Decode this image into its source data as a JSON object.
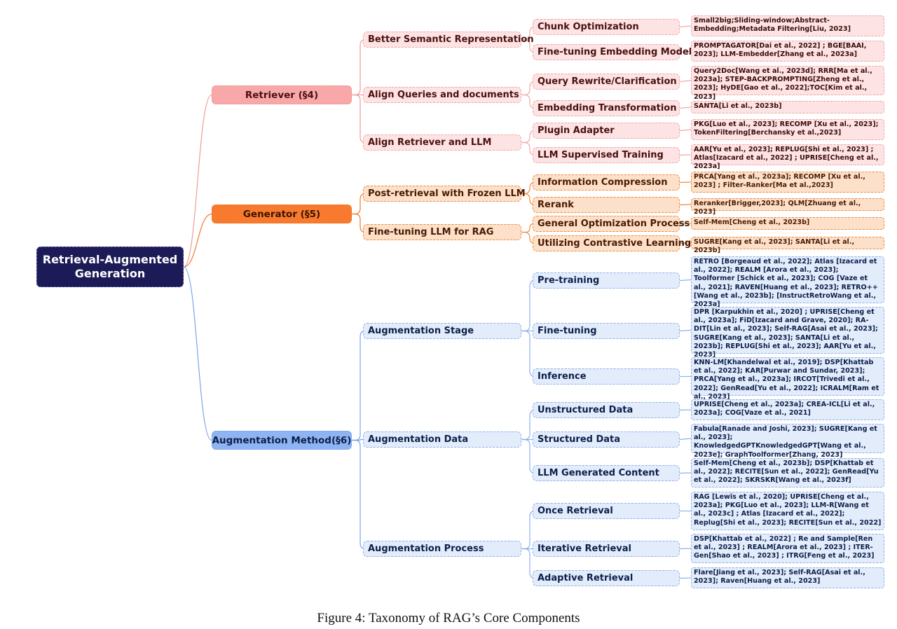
{
  "root": {
    "label": "Retrieval-Augmented Generation"
  },
  "branches": [
    {
      "label": "Retriever (§4)",
      "groups": [
        {
          "label": "Better Semantic Representation",
          "items": [
            {
              "label": "Chunk Optimization",
              "refs": "Small2big;Sliding-window;Abstract-Embedding;Metadata Filtering[Liu, 2023]"
            },
            {
              "label": "Fine-tuning Embedding Model",
              "refs": "PROMPTAGATOR[Dai et al., 2022] ; BGE[BAAI, 2023]; LLM-Embedder[Zhang et al., 2023a]"
            }
          ]
        },
        {
          "label": "Align  Queries and documents",
          "items": [
            {
              "label": "Query Rewrite/Clarification",
              "refs": "Query2Doc[Wang et al., 2023d]; RRR[Ma et al., 2023a]; STEP-BACKPROMPTING[Zheng et al., 2023]; HyDE[Gao et al., 2022];TOC[Kim et al., 2023]"
            },
            {
              "label": "Embedding Transformation",
              "refs": "SANTA[Li et al., 2023b]"
            }
          ]
        },
        {
          "label": "Align Retriever and LLM",
          "items": [
            {
              "label": "Plugin Adapter",
              "refs": "PKG[Luo et al., 2023]; RECOMP [Xu et al., 2023]; TokenFiltering[Berchansky et al.,2023]"
            },
            {
              "label": "LLM Supervised Training",
              "refs": "AAR[Yu et al., 2023]; REPLUG[Shi et al., 2023] ; Atlas[Izacard et al., 2022] ; UPRISE[Cheng et al., 2023a]"
            }
          ]
        }
      ]
    },
    {
      "label": "Generator (§5)",
      "groups": [
        {
          "label": "Post-retrieval with Frozen LLM",
          "items": [
            {
              "label": "Information Compression",
              "refs": "PRCA[Yang et al., 2023a]; RECOMP [Xu et al., 2023] ; Filter-Ranker[Ma et al.,2023]"
            },
            {
              "label": "Rerank",
              "refs": "Reranker[Brigger,2023]; QLM[Zhuang et al., 2023]"
            }
          ]
        },
        {
          "label": "Fine-tuning LLM for RAG",
          "items": [
            {
              "label": "General Optimization Process",
              "refs": "Self-Mem[Cheng et al., 2023b]"
            },
            {
              "label": "Utilizing Contrastive Learning",
              "refs": "SUGRE[Kang et al., 2023]; SANTA[Li et al., 2023b]"
            }
          ]
        }
      ]
    },
    {
      "label": "Augmentation Method(§6)",
      "groups": [
        {
          "label": "Augmentation Stage",
          "items": [
            {
              "label": "Pre-training",
              "refs": "RETRO [Borgeaud et al., 2022]; Atlas [Izacard et al., 2022]; REALM [Arora et al., 2023]; Toolformer [Schick et al., 2023]; COG [Vaze et al., 2021]; RAVEN[Huang et al., 2023]; RETRO++ [Wang et al., 2023b]; [InstructRetroWang et al., 2023a]"
            },
            {
              "label": "Fine-tuning",
              "refs": "DPR [Karpukhin et al., 2020] ; UPRISE[Cheng et al., 2023a]; FiD[Izacard and Grave, 2020]; RA-DIT[Lin et al., 2023]; Self-RAG[Asai et al., 2023]; SUGRE[Kang et al., 2023]; SANTA[Li et al., 2023b]; REPLUG[Shi et al., 2023]; AAR[Yu et al., 2023]"
            },
            {
              "label": "Inference",
              "refs": "KNN-LM[Khandelwal et al., 2019]; DSP[Khattab et al., 2022]; KAR[Purwar and Sundar, 2023]; PRCA[Yang et al., 2023a]; IRCOT[Trivedi et al., 2022]; GenRead[Yu et al., 2022]; ICRALM[Ram et al., 2023]"
            }
          ]
        },
        {
          "label": "Augmentation Data",
          "items": [
            {
              "label": "Unstructured Data",
              "refs": "UPRISE[Cheng et al., 2023a]; CREA-ICL[Li et al., 2023a]; COG[Vaze et al., 2021]"
            },
            {
              "label": "Structured Data",
              "refs": "Fabula[Ranade and Joshi, 2023]; SUGRE[Kang et al., 2023]; KnowledgedGPTKnowledgedGPT[Wang et al., 2023e]; GraphToolformer[Zhang, 2023]"
            },
            {
              "label": "LLM Generated Content",
              "refs": "Self-Mem[Cheng et al., 2023b]; DSP[Khattab et al., 2022]; RECITE[Sun et al., 2022]; GenRead[Yu et al., 2022]; SKRSKR[Wang et al., 2023f]"
            }
          ]
        },
        {
          "label": "Augmentation Process",
          "items": [
            {
              "label": "Once Retrieval",
              "refs": "RAG [Lewis et al., 2020]; UPRISE[Cheng et al., 2023a]; PKG[Luo et al., 2023]; LLM-R[Wang et al., 2023c] ; Atlas [Izacard et al., 2022]; Replug[Shi et al., 2023]; RECITE[Sun et al., 2022]"
            },
            {
              "label": "Iterative Retrieval",
              "refs": "DSP[Khattab et al., 2022] ; Re and Sample[Ren et al., 2023] ; REALM[Arora et al., 2023] ; ITER-Gen[Shao et al., 2023] ; ITRG[Feng et al., 2023]"
            },
            {
              "label": "Adaptive Retrieval",
              "refs": "Flare[Jiang et al., 2023]; Self-RAG[Asai et al., 2023]; Raven[Huang et al., 2023]"
            }
          ]
        }
      ]
    }
  ],
  "caption": "Figure 4: Taxonomy of RAG’s Core Components",
  "colors": {
    "retriever": "#f8a8a8",
    "generator": "#f87a2e",
    "augmentation": "#8fb4f2",
    "root": "#1d1b57"
  }
}
